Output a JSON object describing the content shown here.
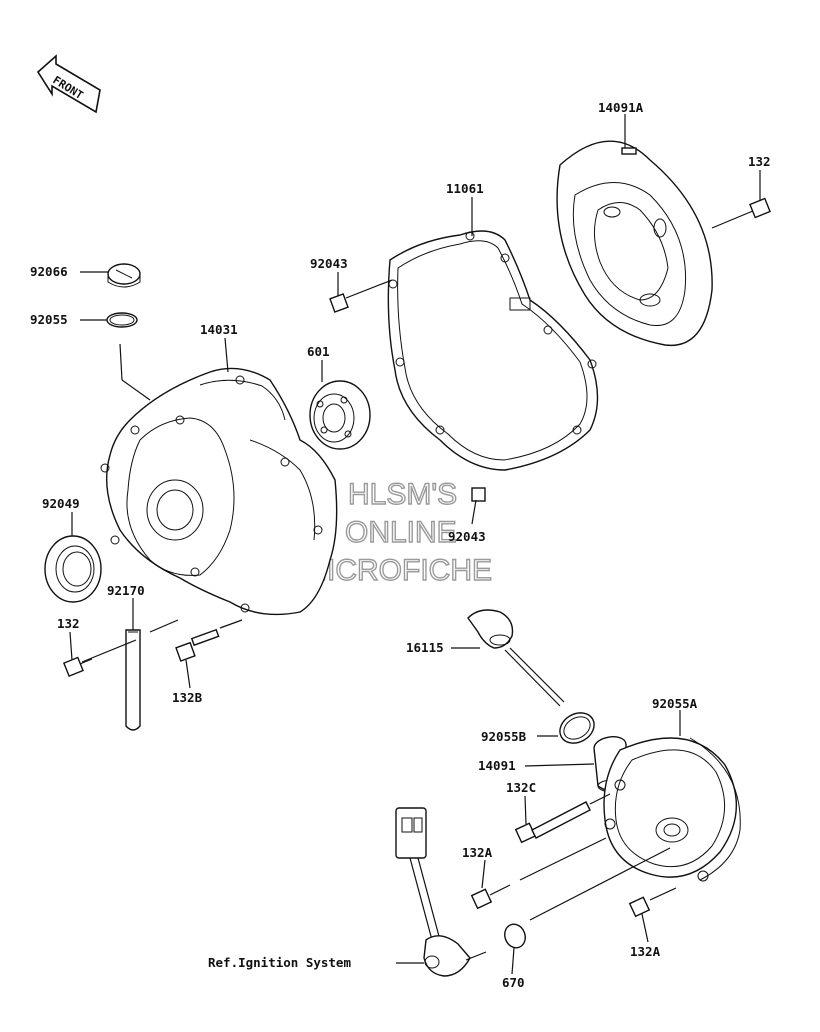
{
  "front_label": "FRONT",
  "watermark": [
    "HLSM'S",
    "ONLINE",
    "MICROFICHE"
  ],
  "ref_label": "Ref.Ignition System",
  "part_labels": {
    "p14091A": "14091A",
    "p132_top": "132",
    "p11061": "11061",
    "p92066": "92066",
    "p92043_top": "92043",
    "p92055": "92055",
    "p14031": "14031",
    "p601": "601",
    "p92049": "92049",
    "p92043_mid": "92043",
    "p92170": "92170",
    "p132_left": "132",
    "p132B": "132B",
    "p16115": "16115",
    "p92055A": "92055A",
    "p92055B": "92055B",
    "p14091": "14091",
    "p132C": "132C",
    "p132A_left": "132A",
    "p132A_right": "132A",
    "p670": "670"
  }
}
